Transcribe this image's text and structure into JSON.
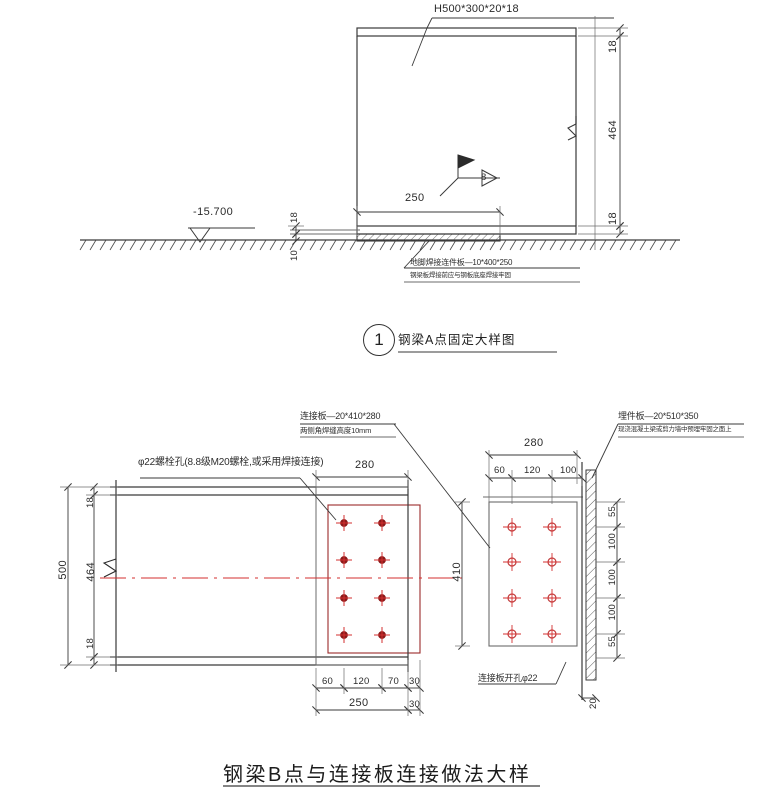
{
  "drawing": {
    "type": "structural-steel-detail",
    "colors": {
      "line": "#3a3a3a",
      "thin": "#6b6b6b",
      "centerline": "#d32f2f",
      "bolt_fill": "#8b1a1a",
      "hatch": "#4a4a4a",
      "text": "#2b2b2b"
    }
  },
  "detail_a": {
    "member_label": "H500*300*20*18",
    "elevation_mark": "-15.700",
    "dim_plate_width": "250",
    "dim_flange_top": "18",
    "dim_web": "464",
    "dim_flange_bottom": "18",
    "dim_base_18": "18",
    "dim_base_10": "10",
    "weld_size": "8",
    "base_plate_note": "地脚焊接连件板—10*400*250",
    "base_plate_subnote": "钢梁板焊接前应与钢板底座焊接牢固",
    "callout_number": "1",
    "title": "钢梁A点固定大样图"
  },
  "detail_b": {
    "bolt_note": "φ22螺栓孔(8.8级M20螺栓,或采用焊接连接)",
    "conn_plate_note": "连接板—20*410*280",
    "conn_plate_subnote": "两侧角焊缝高度10mm",
    "embed_plate_note": "埋件板—20*510*350",
    "embed_plate_subnote": "现浇混凝土梁或剪力墙中预埋牢固之面上",
    "hole_note": "连接板开孔φ22",
    "left_view": {
      "dim_overall_height": "500",
      "dim_flange_top": "18",
      "dim_web": "464",
      "dim_flange_bottom": "18",
      "dim_plate_width": "280",
      "chain_bottom": [
        "60",
        "120",
        "70",
        "30"
      ],
      "dim_total_bottom": "250",
      "dim_offset_30": "30",
      "bolt_rows": 4,
      "bolt_cols": 2
    },
    "right_view": {
      "dim_plate_width": "280",
      "chain_top": [
        "60",
        "120",
        "100"
      ],
      "dim_plate_height": "410",
      "chain_right": [
        "55",
        "100",
        "100",
        "100",
        "55"
      ],
      "dim_thickness": "20",
      "hole_rows": 4,
      "hole_cols": 2
    },
    "title": "钢梁B点与连接板连接做法大样"
  }
}
